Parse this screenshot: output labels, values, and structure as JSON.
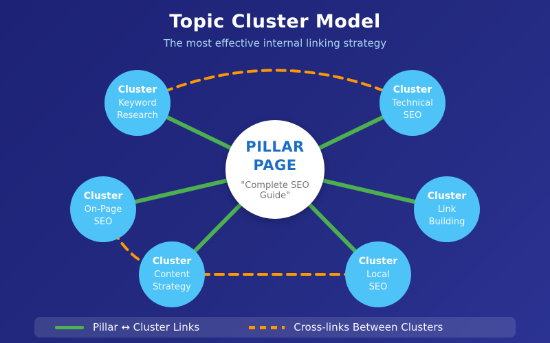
{
  "header": {
    "title": "Topic Cluster Model",
    "subtitle": "The most effective internal linking strategy"
  },
  "pillar": {
    "title_line1": "PILLAR",
    "title_line2": "PAGE",
    "subtitle": "\"Complete SEO Guide\""
  },
  "clusters": [
    {
      "label": "Cluster",
      "line1": "Keyword",
      "line2": "Research"
    },
    {
      "label": "Cluster",
      "line1": "Technical",
      "line2": "SEO"
    },
    {
      "label": "Cluster",
      "line1": "On-Page",
      "line2": "SEO"
    },
    {
      "label": "Cluster",
      "line1": "Link",
      "line2": "Building"
    },
    {
      "label": "Cluster",
      "line1": "Content",
      "line2": "Strategy"
    },
    {
      "label": "Cluster",
      "line1": "Local",
      "line2": "SEO"
    }
  ],
  "legend": {
    "items": [
      {
        "swatch": "solid-green-line",
        "label": "Pillar ↔ Cluster Links"
      },
      {
        "swatch": "dashed-orange-line",
        "label": "Cross-links Between Clusters"
      }
    ]
  },
  "colors": {
    "background_top": "#1d2276",
    "background_bottom": "#2b3292",
    "cluster_fill": "#4ec3f7",
    "pillar_fill": "#ffffff",
    "pillar_text": "#1a6ec5",
    "pillar_link_green": "#4caf50",
    "cross_link_orange": "#ff9800",
    "subtitle_text": "#a6d4f0",
    "legend_bar": "rgba(255,255,255,0.12)"
  }
}
